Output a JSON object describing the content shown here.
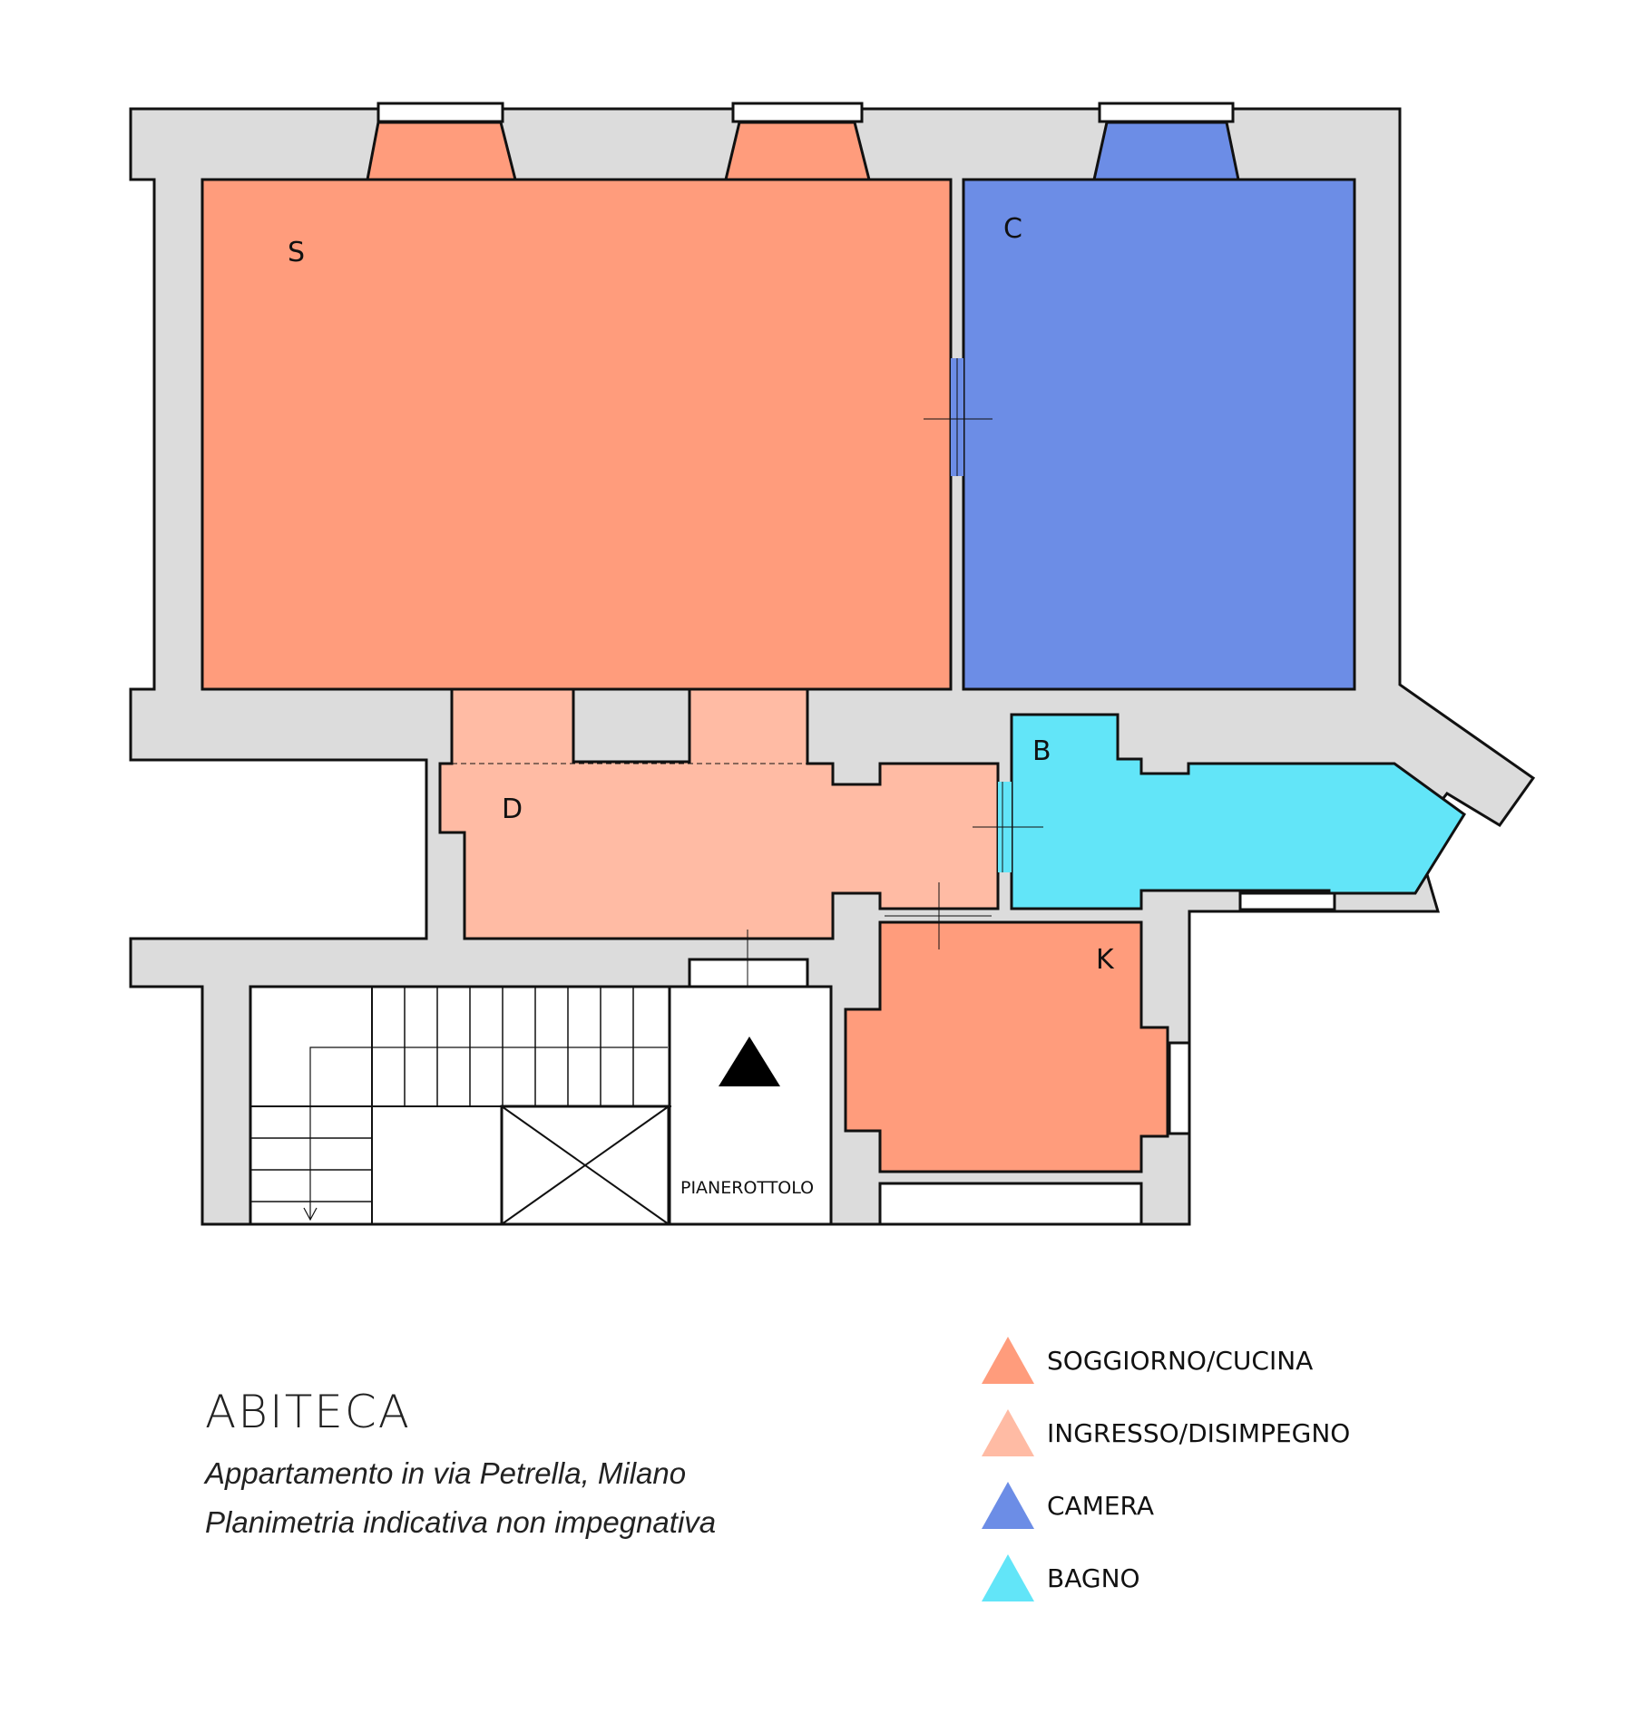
{
  "rooms": {
    "s": {
      "letter": "S",
      "category": "soggiorno"
    },
    "c": {
      "letter": "C",
      "category": "camera"
    },
    "b": {
      "letter": "B",
      "category": "bagno"
    },
    "d": {
      "letter": "D",
      "category": "ingresso"
    },
    "k": {
      "letter": "K",
      "category": "soggiorno"
    }
  },
  "landing_label": "PIANEROTTOLO",
  "brand": "ABITECA",
  "caption": {
    "line1": "Appartamento in via Petrella, Milano",
    "line2": "Planimetria indicativa non impegnativa"
  },
  "legend": [
    {
      "label": "SOGGIORNO/CUCINA",
      "color": "#ff9c7c"
    },
    {
      "label": "INGRESSO/DISIMPEGNO",
      "color": "#ffbba4"
    },
    {
      "label": "CAMERA",
      "color": "#6c8de6"
    },
    {
      "label": "BAGNO",
      "color": "#62e5f8"
    }
  ],
  "colors": {
    "wall": "#dcdcdc",
    "soggiorno": "#ff9c7c",
    "ingresso": "#ffbba4",
    "camera": "#6c8de6",
    "bagno": "#62e5f8"
  }
}
